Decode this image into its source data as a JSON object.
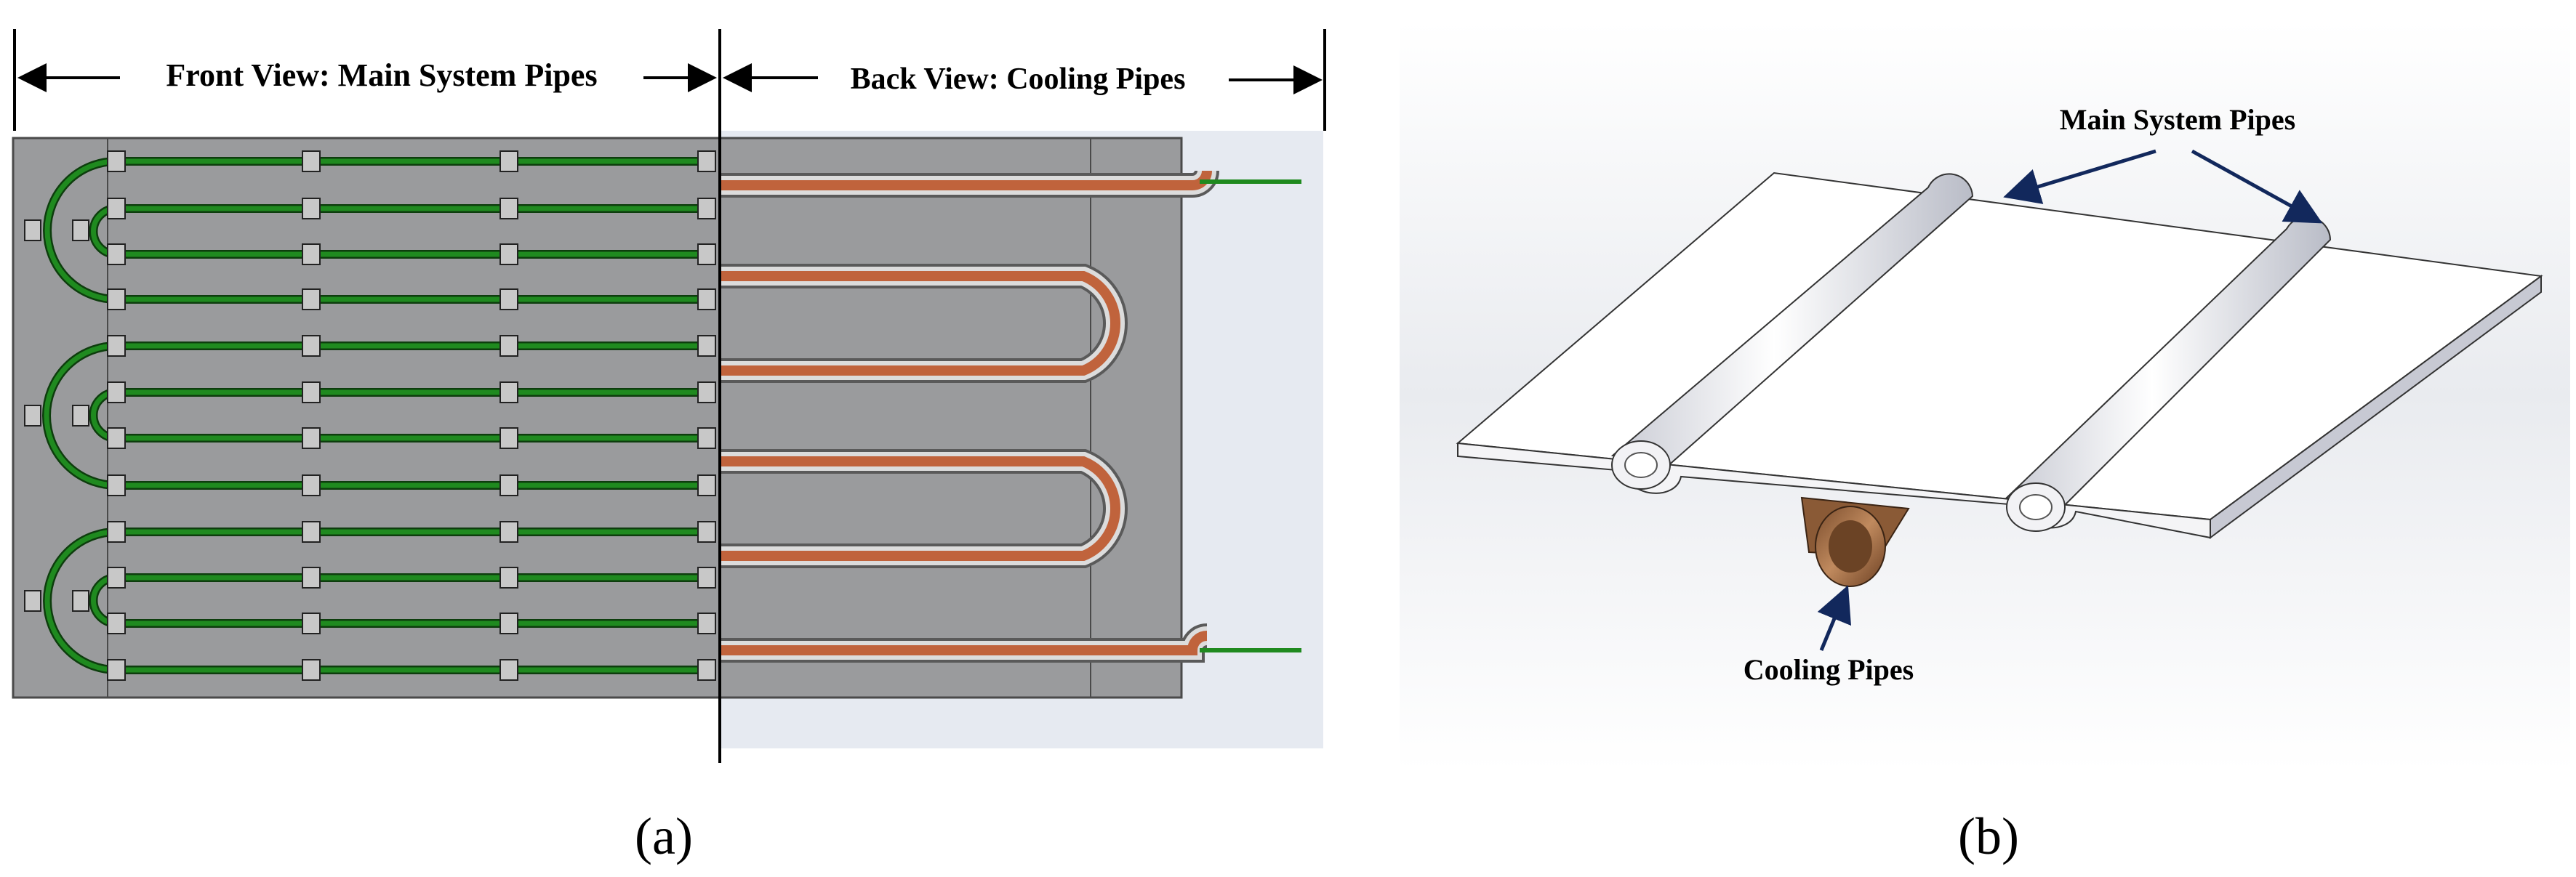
{
  "panel_a": {
    "label_front": "Front View: Main System Pipes",
    "label_back": "Back View: Cooling Pipes",
    "caption": "(a)"
  },
  "panel_b": {
    "label_main": "Main System Pipes",
    "label_cooling": "Cooling Pipes",
    "caption": "(b)"
  },
  "colors": {
    "plate": "#9a9b9d",
    "plate_edge": "#4a4a4a",
    "main_pipe": "#1f8a1f",
    "cooling_pipe": "#c0633c",
    "arrow": "#12285c"
  }
}
